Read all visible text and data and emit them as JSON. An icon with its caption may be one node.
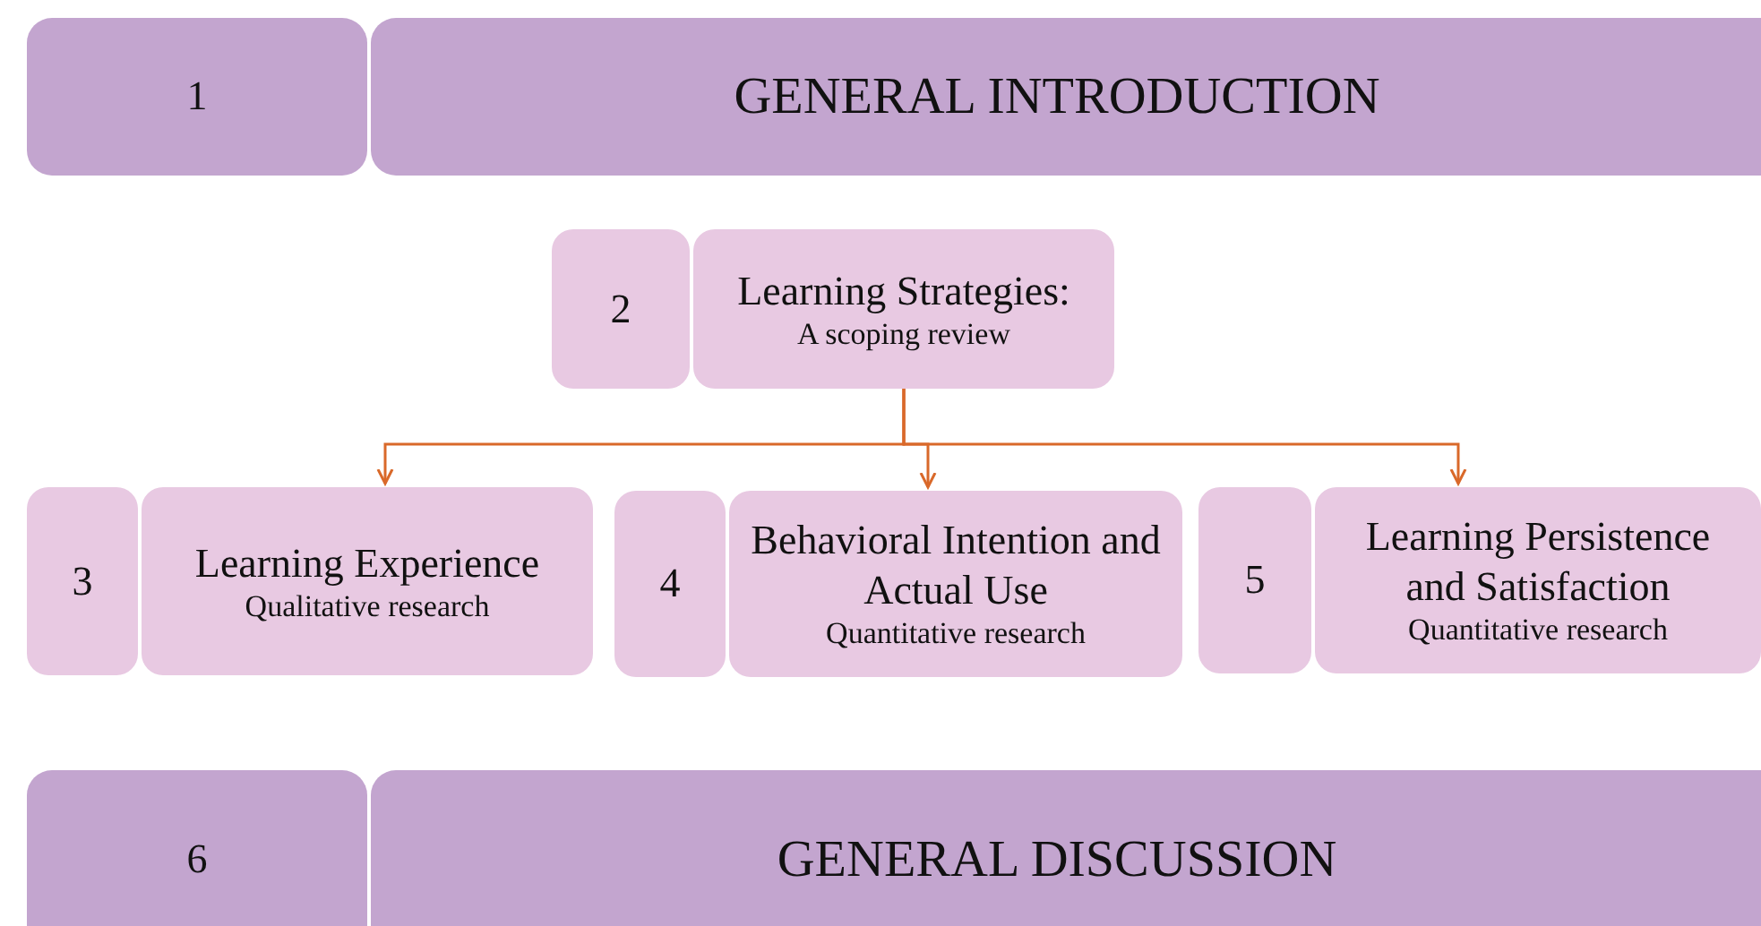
{
  "diagram": {
    "nodes": [
      {
        "text": [
          "1"
        ]
      },
      {
        "text": [
          "GENERAL INTRODUCTION"
        ]
      },
      {
        "text": [
          "2"
        ]
      },
      {
        "text": [
          "Learning Strategies:",
          "A scoping review"
        ]
      },
      {
        "text": [
          "3"
        ]
      },
      {
        "text": [
          "Learning Experience",
          "Qualitative research"
        ]
      },
      {
        "text": [
          "4"
        ]
      },
      {
        "text": [
          "Behavioral Intention and Actual Use",
          "Quantitative research"
        ]
      },
      {
        "text": [
          "5"
        ]
      },
      {
        "text": [
          "Learning Persistence and Satisfaction",
          "Quantitative research"
        ]
      },
      {
        "text": [
          "6"
        ]
      },
      {
        "text": [
          "GENERAL DISCUSSION"
        ]
      }
    ],
    "edges": [
      {
        "from": 3,
        "to": 5,
        "arrow": "to"
      },
      {
        "from": 3,
        "to": 7,
        "arrow": "to"
      },
      {
        "from": 3,
        "to": 9,
        "arrow": "to"
      }
    ]
  }
}
